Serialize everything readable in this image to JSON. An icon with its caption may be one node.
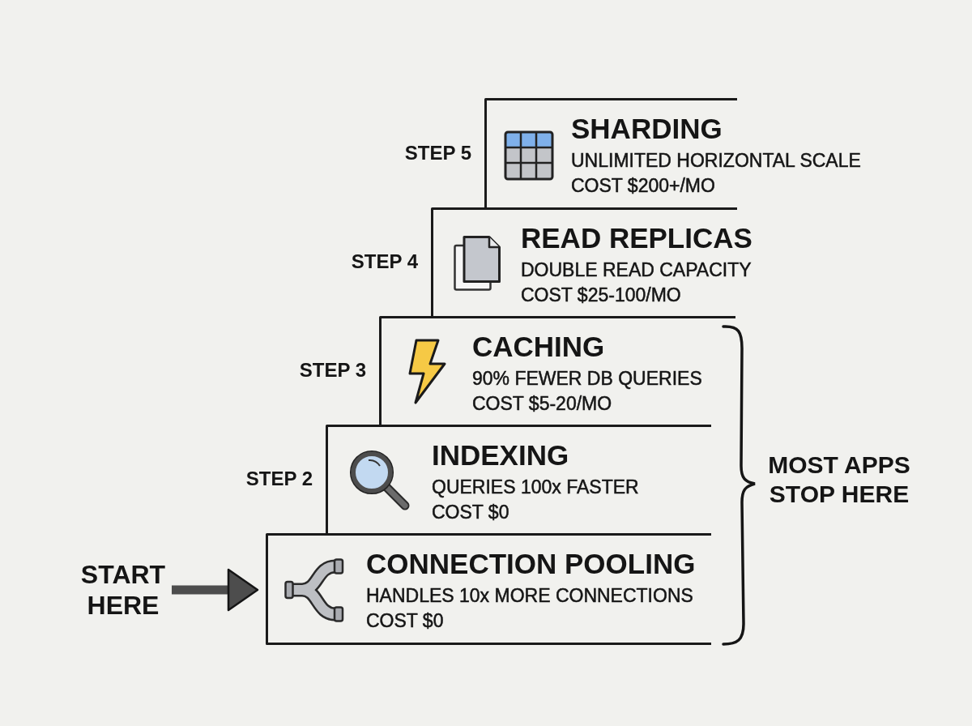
{
  "diagram": {
    "nodes": [
      {
        "text": [
          "SHARDING",
          "UNLIMITED HORIZONTAL SCALE",
          "COST $200+/MO"
        ],
        "beside": [
          "STEP 5"
        ]
      },
      {
        "text": [
          "READ REPLICAS",
          "DOUBLE READ CAPACITY",
          "COST $25-100/MO"
        ],
        "beside": [
          "STEP 4"
        ]
      },
      {
        "text": [
          "CACHING",
          "90% FEWER DB QUERIES",
          "COST $5-20/MO"
        ],
        "beside": [
          "STEP 3"
        ]
      },
      {
        "text": [
          "INDEXING",
          "QUERIES 100x FASTER",
          "COST $0"
        ],
        "beside": [
          "STEP 2"
        ]
      },
      {
        "text": [
          "START HERE"
        ]
      },
      {
        "text": [
          "CONNECTION POOLING",
          "HANDLES 10x MORE CONNECTIONS",
          "COST $0"
        ]
      }
    ],
    "edges": [
      {
        "from": 4,
        "to": 5,
        "arrow": "to"
      }
    ],
    "labels": [
      "MOST APPS STOP HERE"
    ]
  }
}
